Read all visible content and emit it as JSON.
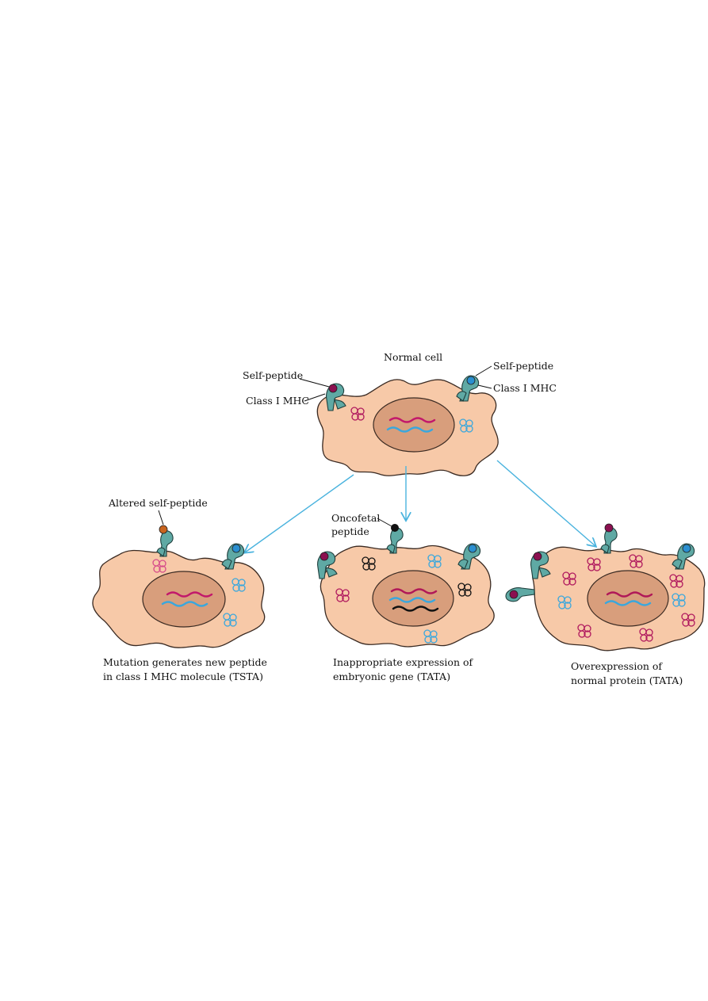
{
  "colors": {
    "cytoplasm": "#f7c9a8",
    "nucleus": "#d89e7c",
    "mhc": "#5fa9a4",
    "self_peptide_magenta": "#8b1050",
    "self_peptide_blue": "#2a8fd0",
    "altered_peptide": "#c8641e",
    "oncofetal_peptide": "#111111",
    "mrna_magenta": "#c2186b",
    "mrna_blue": "#3aa7dd",
    "protein_magenta": "#b0195e",
    "protein_blue": "#3aa7dd",
    "arrow": "#4ab3de"
  },
  "labels": {
    "normal_cell": "Normal cell",
    "self_peptide_left": "Self-peptide",
    "class_mhc_left": "Class I MHC",
    "self_peptide_right": "Self-peptide",
    "class_mhc_right": "Class I MHC",
    "altered_self_peptide": "Altered self-peptide",
    "oncofetal_line1": "Oncofetal",
    "oncofetal_line2": "peptide"
  },
  "captions": {
    "tsta_line1": "Mutation generates new peptide",
    "tsta_line2": "in class I MHC molecule (TSTA)",
    "embryonic_line1": "Inappropriate expression of",
    "embryonic_line2": "embryonic gene (TATA)",
    "overexpression_line1": "Overexpression of",
    "overexpression_line2": "normal protein (TATA)"
  },
  "icons": [
    "cell-icon",
    "nucleus-icon",
    "mhc-molecule-icon",
    "protein-coil-icon",
    "mrna-strand-icon",
    "arrow-icon"
  ]
}
